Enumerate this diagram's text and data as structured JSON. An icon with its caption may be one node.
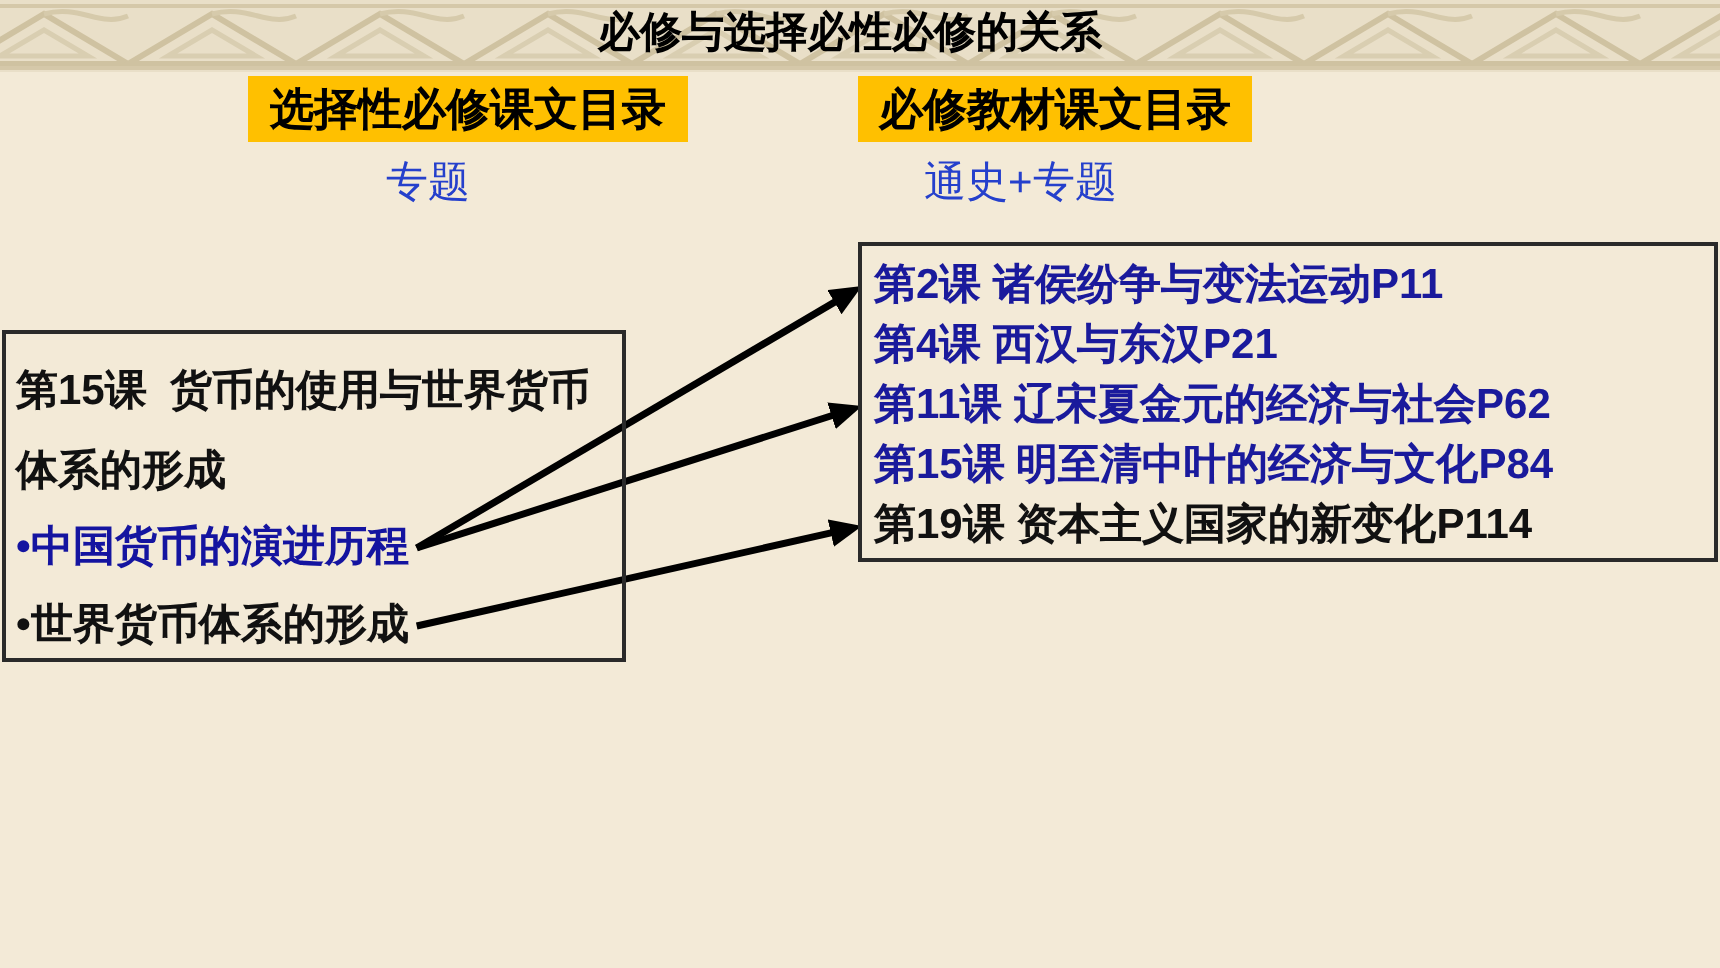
{
  "diagram": {
    "title": "必修与选择必性必修的关系",
    "nodes": [
      {
        "text": [
          "选择性必修课文目录"
        ],
        "beside": [
          "专题"
        ]
      },
      {
        "text": [
          "必修教材课文目录"
        ],
        "beside": [
          "通史+专题"
        ]
      },
      {
        "text": [
          "第15课  货币的使用与世界货币体系的形成"
        ]
      },
      {
        "text": [
          "•中国货币的演进历程"
        ],
        "in": 2
      },
      {
        "text": [
          "•世界货币体系的形成"
        ],
        "in": 2
      },
      {
        "text": [],
        "shape": "box"
      },
      {
        "text": [
          "第2课 诸侯纷争与变法运动P11"
        ],
        "in": 5
      },
      {
        "text": [
          "第4课 西汉与东汉P21"
        ],
        "in": 5
      },
      {
        "text": [
          "第11课 辽宋夏金元的经济与社会P62"
        ],
        "in": 5
      },
      {
        "text": [
          "第15课 明至清中叶的经济与文化P84"
        ],
        "in": 5
      },
      {
        "text": [
          "第19课 资本主义国家的新变化P114"
        ],
        "in": 5
      }
    ],
    "edges": [
      {
        "from": 3,
        "to": 6,
        "arrow": "to"
      },
      {
        "from": 3,
        "to": 8,
        "arrow": "to"
      },
      {
        "from": 4,
        "to": 10,
        "arrow": "to"
      }
    ]
  }
}
